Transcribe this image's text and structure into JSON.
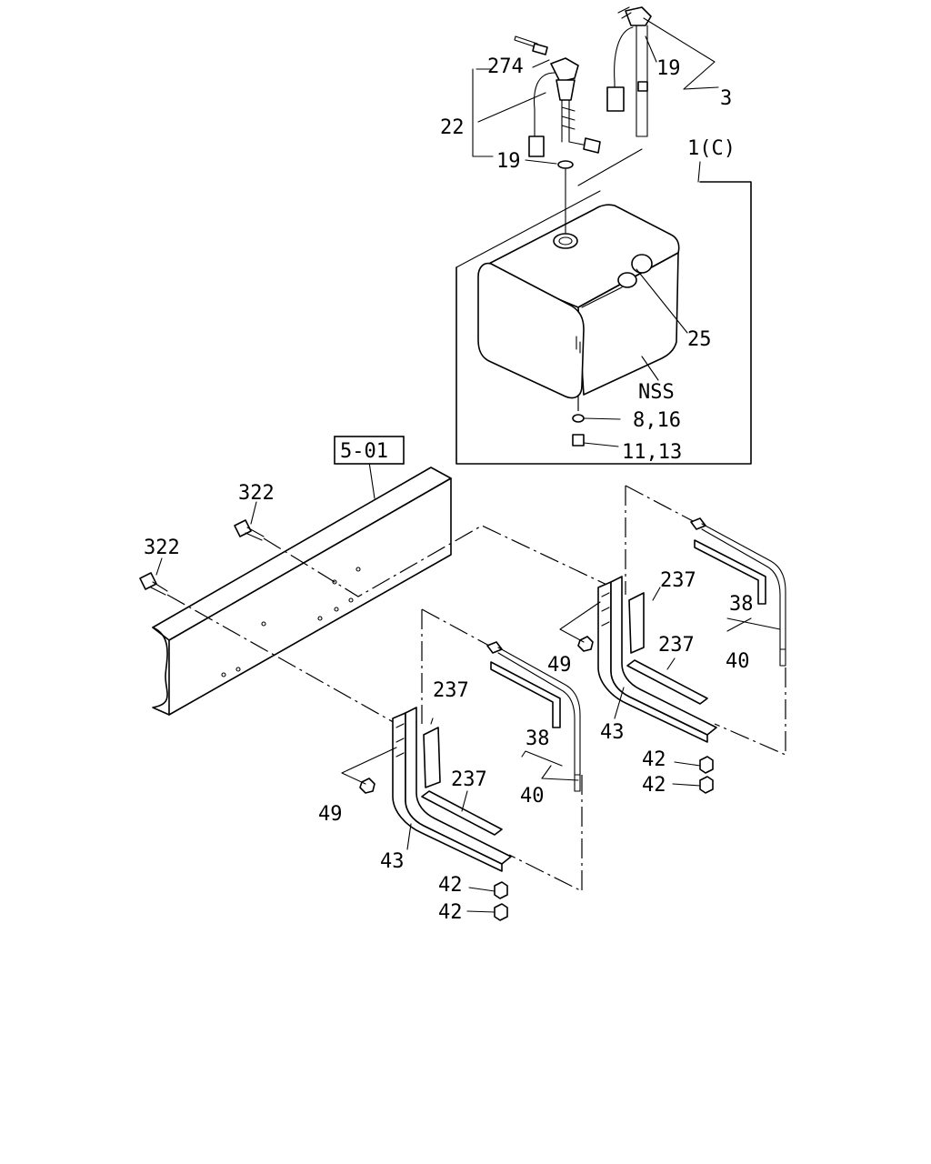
{
  "labels": {
    "l274": "274",
    "l22": "22",
    "l19a": "19",
    "l19b": "19",
    "l3": "3",
    "l1c": "1(C)",
    "l25": "25",
    "lnss": "NSS",
    "l816": "8,16",
    "l1113": "11,13",
    "l501": "5-01",
    "l322a": "322",
    "l322b": "322",
    "l237a": "237",
    "l237b": "237",
    "l38a": "38",
    "l40a": "40",
    "l49a": "49",
    "l43a": "43",
    "l42a": "42",
    "l42b": "42",
    "l237c": "237",
    "l237d": "237",
    "l38b": "38",
    "l40b": "40",
    "l49b": "49",
    "l43b": "43",
    "l42c": "42",
    "l42d": "42"
  }
}
